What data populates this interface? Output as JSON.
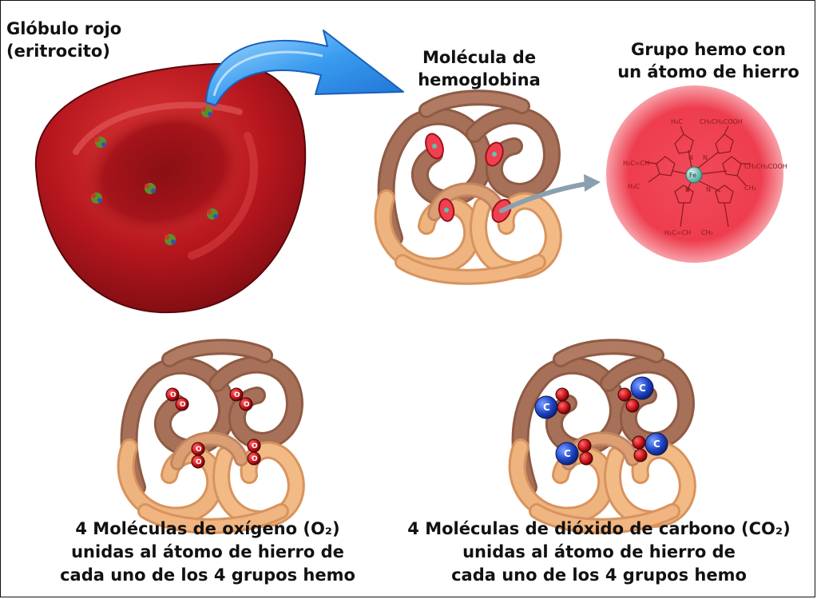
{
  "labels": {
    "rbc_line1": "Glóbulo rojo",
    "rbc_line2": "(eritrocito)",
    "hb_line1": "Molécula de",
    "hb_line2": "hemoglobina",
    "heme_line1": "Grupo hemo con",
    "heme_line2": "un átomo de hierro",
    "o2_line1": "4 Moléculas de oxígeno (O₂)",
    "o2_line2": "unidas al átomo de hierro de",
    "o2_line3": "cada uno de los 4 grupos hemo",
    "co2_line1": "4 Moléculas de dióxido de carbono (CO₂)",
    "co2_line2": "unidas al átomo de hierro de",
    "co2_line3": "cada uno de los 4 grupos hemo"
  },
  "heme_chem": {
    "ch3_top": "H₃C",
    "ch2cooh_top": "CH₂CH₂COOH",
    "vinyl_left": "H₂C=CH",
    "ch2cooh_right": "CH₂CH₂COOH",
    "ch3_left": "H₃C",
    "ch3_right": "CH₃",
    "vinyl_bottom": "H₂C=CH",
    "ch3_bottom": "CH₃",
    "fe": "Fe",
    "n": "N"
  },
  "atoms": {
    "carbon": "C",
    "oxygen": "O"
  },
  "colors": {
    "rbc": "#b5161d",
    "rbc_dark": "#6e0b10",
    "hb_dark": "#a77159",
    "hb_light": "#eeb47f",
    "heme_disc": "#f04050",
    "oxygen": "#c8141c",
    "carbon": "#1f45c8",
    "arrow": "#2f8fe8"
  }
}
